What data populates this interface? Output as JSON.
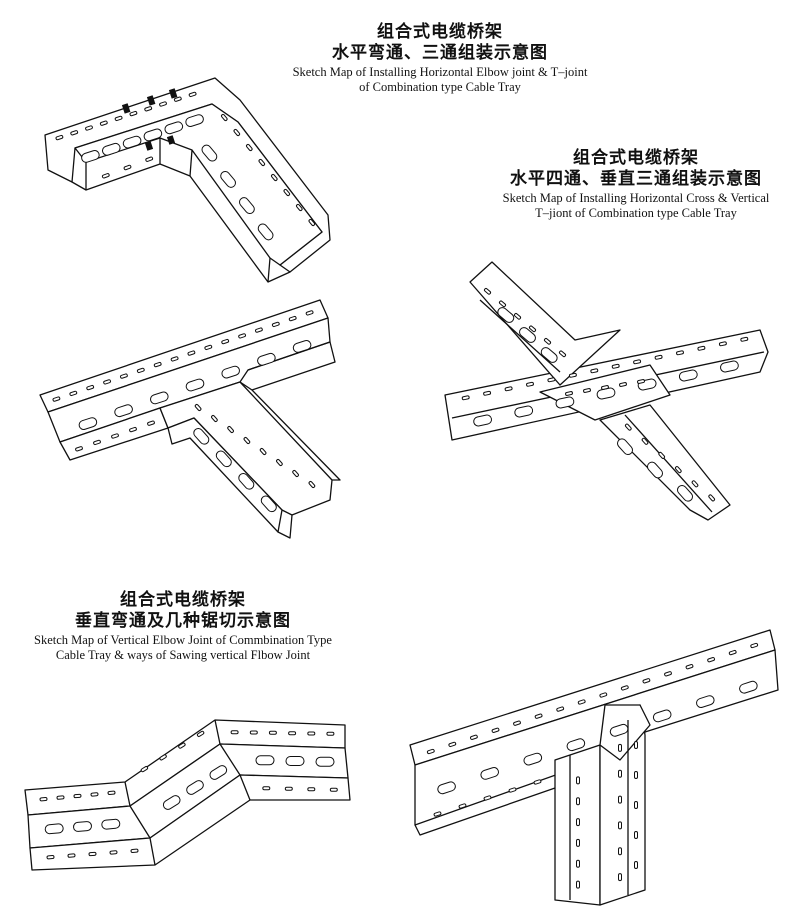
{
  "captions": {
    "top": {
      "zh_line1": "组合式电缆桥架",
      "zh_line2": "水平弯通、三通组装示意图",
      "en_line1": "Sketch Map of Installing Horizontal Elbow joint & T–joint",
      "en_line2": "of Combination type Cable Tray"
    },
    "right": {
      "zh_line1": "组合式电缆桥架",
      "zh_line2": "水平四通、垂直三通组装示意图",
      "en_line1": "Sketch Map of Installing Horizontal Cross & Vertical",
      "en_line2": "T–jiont of Combination type Cable Tray"
    },
    "bottom": {
      "zh_line1": "组合式电缆桥架",
      "zh_line2": "垂直弯通及几种锯切示意图",
      "en_line1": "Sketch Map of Vertical Elbow Joint of Commbination Type",
      "en_line2": "Cable Tray & ways of Sawing vertical Flbow Joint"
    }
  }
}
